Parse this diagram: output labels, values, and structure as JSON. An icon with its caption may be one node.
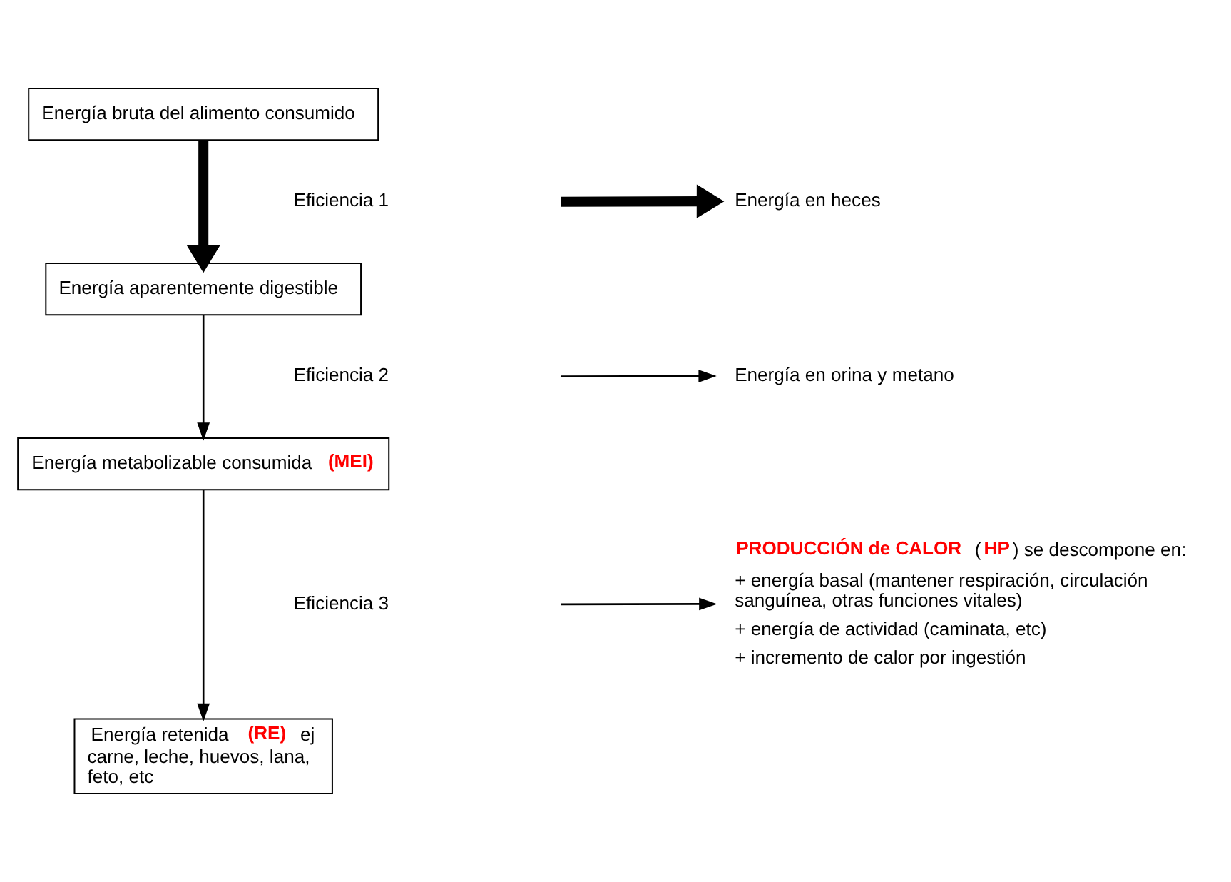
{
  "diagram": {
    "nodes": [
      {
        "text": [
          "Energía bruta del alimento consumido"
        ]
      },
      {
        "text": [
          "Energía aparentemente digestible"
        ]
      },
      {
        "text": [
          "Energía metabolizable consumida **(MEI)**"
        ]
      },
      {
        "text": [
          "Energía retenida **(RE)** ej carne, leche, huevos, lana, feto, etc"
        ]
      },
      {
        "text": [
          "Energía en heces"
        ]
      },
      {
        "text": [
          "Energía en orina y metano"
        ]
      },
      {
        "text": [
          "**PRODUCCIÓN de CALOR** (**HP**) se descompone en:",
          "+ energía basal (mantener respiración, circulación sanguínea, otras funciones vitales)",
          "+ energía de actividad (caminata, etc)",
          "+ incremento de calor por ingestión"
        ]
      }
    ],
    "edges": [
      {
        "from": 0,
        "to": 1,
        "arrow": "to",
        "style": "thick"
      },
      {
        "from": null,
        "to": 4,
        "arrow": "to",
        "style": "thick"
      },
      {
        "from": 1,
        "to": 2,
        "arrow": "to"
      },
      {
        "from": null,
        "to": 5,
        "arrow": "to"
      },
      {
        "from": 2,
        "to": 3,
        "arrow": "to"
      },
      {
        "from": null,
        "to": 6,
        "arrow": "to"
      }
    ],
    "labels": [
      "Eficiencia 1",
      "Eficiencia 2",
      "Eficiencia 3"
    ]
  }
}
